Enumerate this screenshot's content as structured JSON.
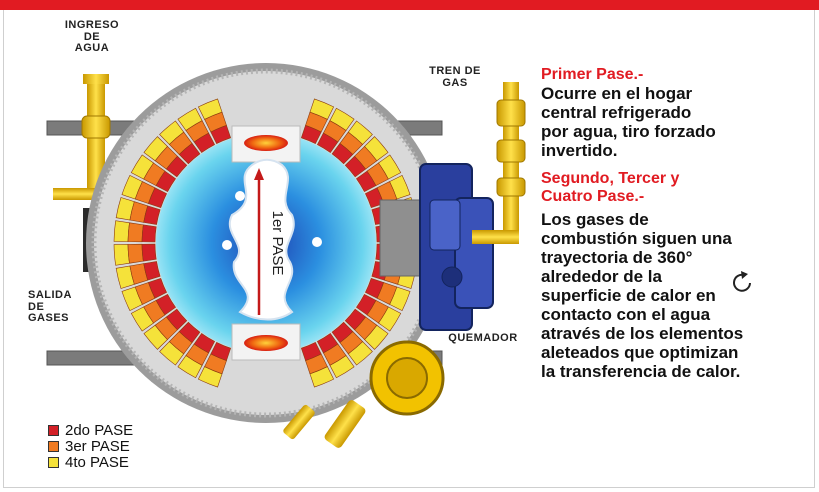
{
  "labels": {
    "water_inlet": [
      "INGRESO",
      "DE",
      "AGUA"
    ],
    "gas_train": [
      "TREN DE",
      "GAS"
    ],
    "gas_outlet": [
      "SALIDA",
      "DE",
      "GASES"
    ],
    "burner": "QUEMADOR",
    "first_pass": "1er PASE"
  },
  "legend": [
    {
      "label": "2do PASE",
      "color": "#d32027"
    },
    {
      "label": "3er PASE",
      "color": "#f07b22"
    },
    {
      "label": "4to PASE",
      "color": "#f5e23a"
    }
  ],
  "description": {
    "heading1": "Primer Pase.-",
    "body1": [
      "Ocurre en el hogar",
      "central refrigerado",
      "por agua, tiro forzado",
      "invertido."
    ],
    "heading2": [
      "Segundo, Tercer y",
      "Cuatro Pase.-"
    ],
    "body2": [
      "Los gases de",
      "combustión siguen una",
      "trayectoria de 360°",
      "alrededor de la",
      "superficie de calor en",
      "contacto con el agua",
      "através de los elementos",
      "aleteados que optimizan",
      "la transferencia de calor."
    ]
  },
  "colors": {
    "accent": "#e11b22",
    "water": "#4fc6e8",
    "burner": "#2a3f9e",
    "pipe": "#f2c200"
  }
}
